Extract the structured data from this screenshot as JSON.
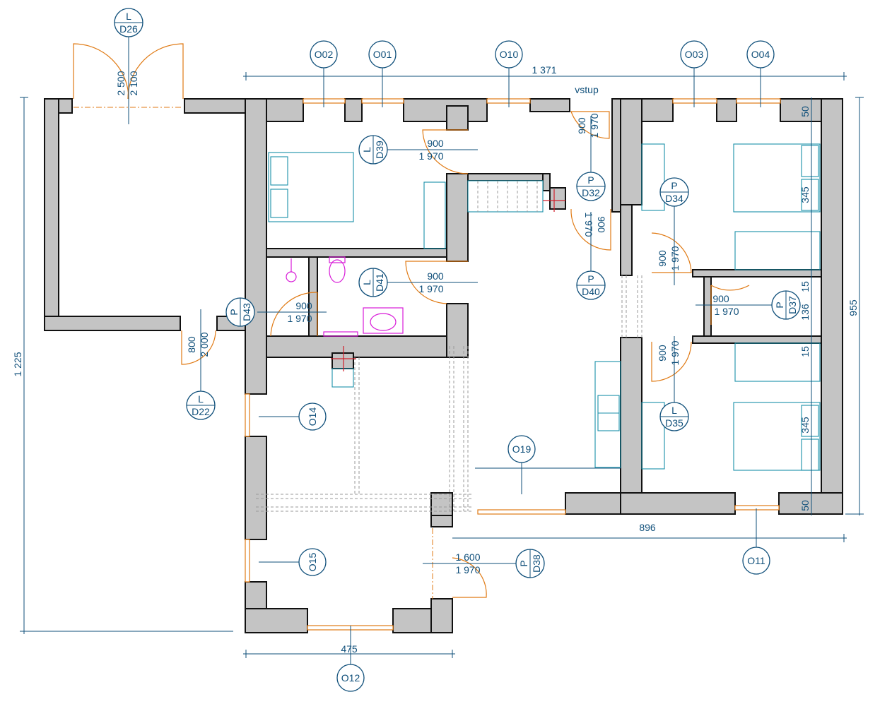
{
  "dimensions": {
    "total_width": "1 371",
    "total_height": "1 225",
    "right_height": "955",
    "bottom_right": "896",
    "bottom_left": "475",
    "wall_50_top": "50",
    "wall_50_bottom": "50",
    "room_345_top": "345",
    "room_345_bottom": "345",
    "wall_15_a": "15",
    "wall_15_b": "15",
    "room_136": "136"
  },
  "labels": {
    "entrance": "vstup"
  },
  "window_tags": [
    "O02",
    "O01",
    "O10",
    "O03",
    "O04",
    "O14",
    "O15",
    "O12",
    "O11",
    "O19"
  ],
  "door_tags": [
    {
      "side": "L",
      "id": "D26",
      "width": "2 500",
      "height": "2 100"
    },
    {
      "side": "L",
      "id": "D39",
      "width": "900",
      "height": "1 970"
    },
    {
      "side": "L",
      "id": "D41",
      "width": "900",
      "height": "1 970"
    },
    {
      "side": "P",
      "id": "D43",
      "width": "900",
      "height": "1 970"
    },
    {
      "side": "L",
      "id": "D22",
      "width": "800",
      "height": "2 000"
    },
    {
      "side": "P",
      "id": "D32",
      "width": "900",
      "height": "1 970"
    },
    {
      "side": "P",
      "id": "D40",
      "width": "900",
      "height": "1 970"
    },
    {
      "side": "P",
      "id": "D34",
      "width": "900",
      "height": "1 970"
    },
    {
      "side": "P",
      "id": "D37",
      "width": "900",
      "height": "1 970"
    },
    {
      "side": "L",
      "id": "D35",
      "width": "900",
      "height": "1 970"
    },
    {
      "side": "P",
      "id": "D38",
      "width": "1 600",
      "height": "1 970"
    }
  ],
  "colors": {
    "wall_fill": "#c4c4c4",
    "annotation": "#0f4f7a",
    "openings": "#e07a14",
    "furniture": "#1a8fa8",
    "sanitary": "#d81bd8",
    "cut_marks": "#d21f2a"
  }
}
